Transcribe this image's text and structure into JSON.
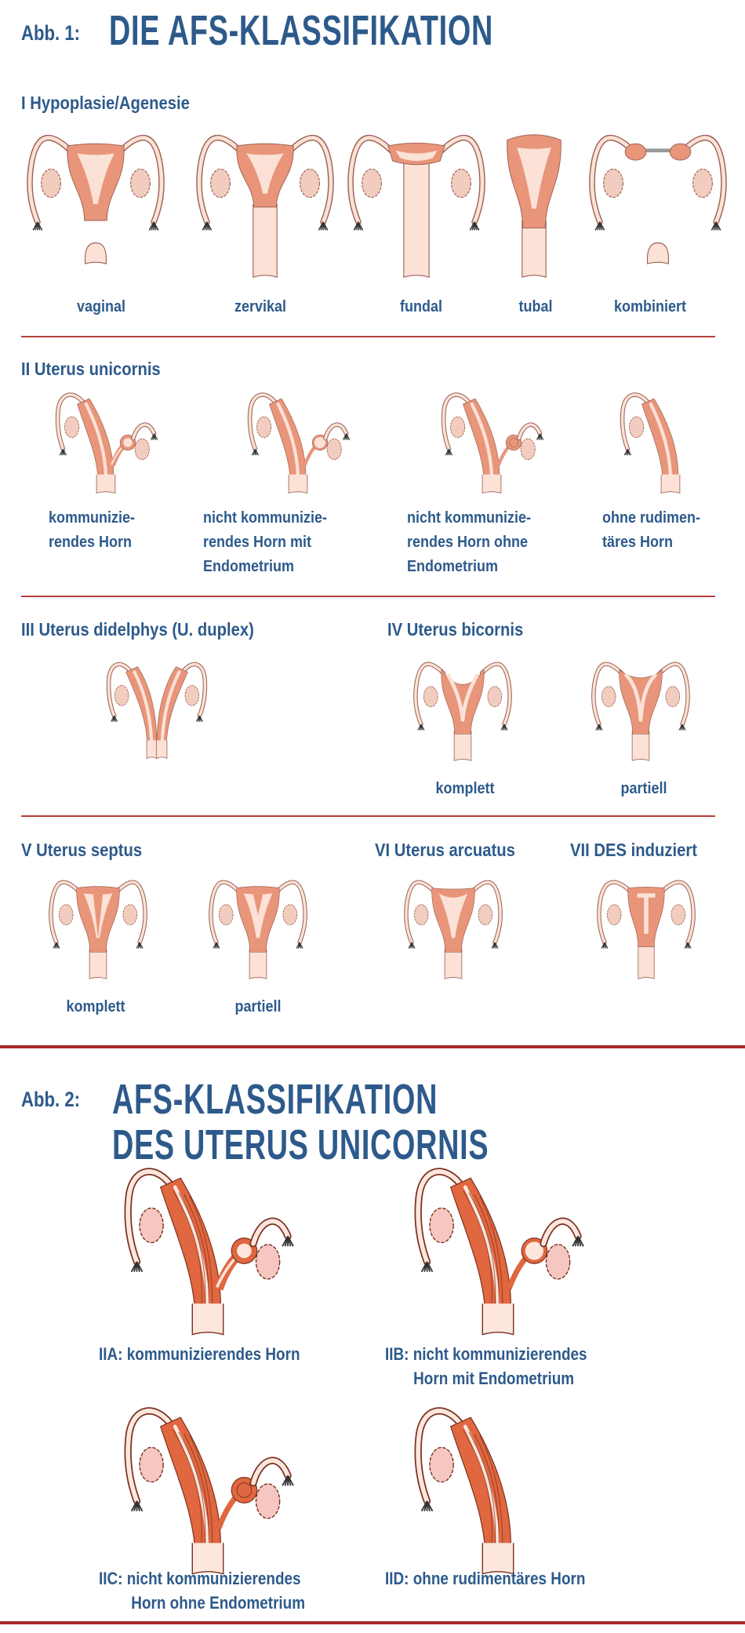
{
  "fig1": {
    "label": "Abb. 1:",
    "title": "DIE AFS-KLASSIFIKATION",
    "s1": {
      "heading": "I Hypoplasie/Agenesie",
      "labels": [
        "vaginal",
        "zervikal",
        "fundal",
        "tubal",
        "kombiniert"
      ]
    },
    "s2": {
      "heading": "II Uterus unicornis",
      "labels": [
        [
          "kommunizie-",
          "rendes Horn"
        ],
        [
          "nicht kommunizie-",
          "rendes Horn mit",
          "Endometrium"
        ],
        [
          "nicht kommunizie-",
          "rendes Horn ohne",
          "Endometrium"
        ],
        [
          "ohne rudimen-",
          "täres Horn"
        ]
      ]
    },
    "s3": {
      "heading": "III Uterus didelphys (U. duplex)"
    },
    "s4": {
      "heading": "IV Uterus bicornis",
      "labels": [
        "komplett",
        "partiell"
      ]
    },
    "s5": {
      "heading": "V Uterus septus",
      "labels": [
        "komplett",
        "partiell"
      ]
    },
    "s6": {
      "heading": "VI Uterus arcuatus"
    },
    "s7": {
      "heading": "VII DES induziert"
    }
  },
  "fig2": {
    "label": "Abb. 2:",
    "title_lines": [
      "AFS-KLASSIFIKATION",
      "DES UTERUS UNICORNIS"
    ],
    "captions": [
      [
        "IIA: kommunizierendes Horn"
      ],
      [
        "IIB: nicht kommunizierendes",
        "Horn mit Endometrium"
      ],
      [
        "IIC: nicht kommunizierendes",
        "Horn ohne Endometrium"
      ],
      [
        "IID: ohne rudimentäres Horn"
      ]
    ]
  },
  "colors": {
    "text": "#2d5a8b",
    "rule": "#b8403c",
    "rule_thick": "#a8282a",
    "tissue": "#e8957a",
    "tissue_red": "#e0673f"
  }
}
